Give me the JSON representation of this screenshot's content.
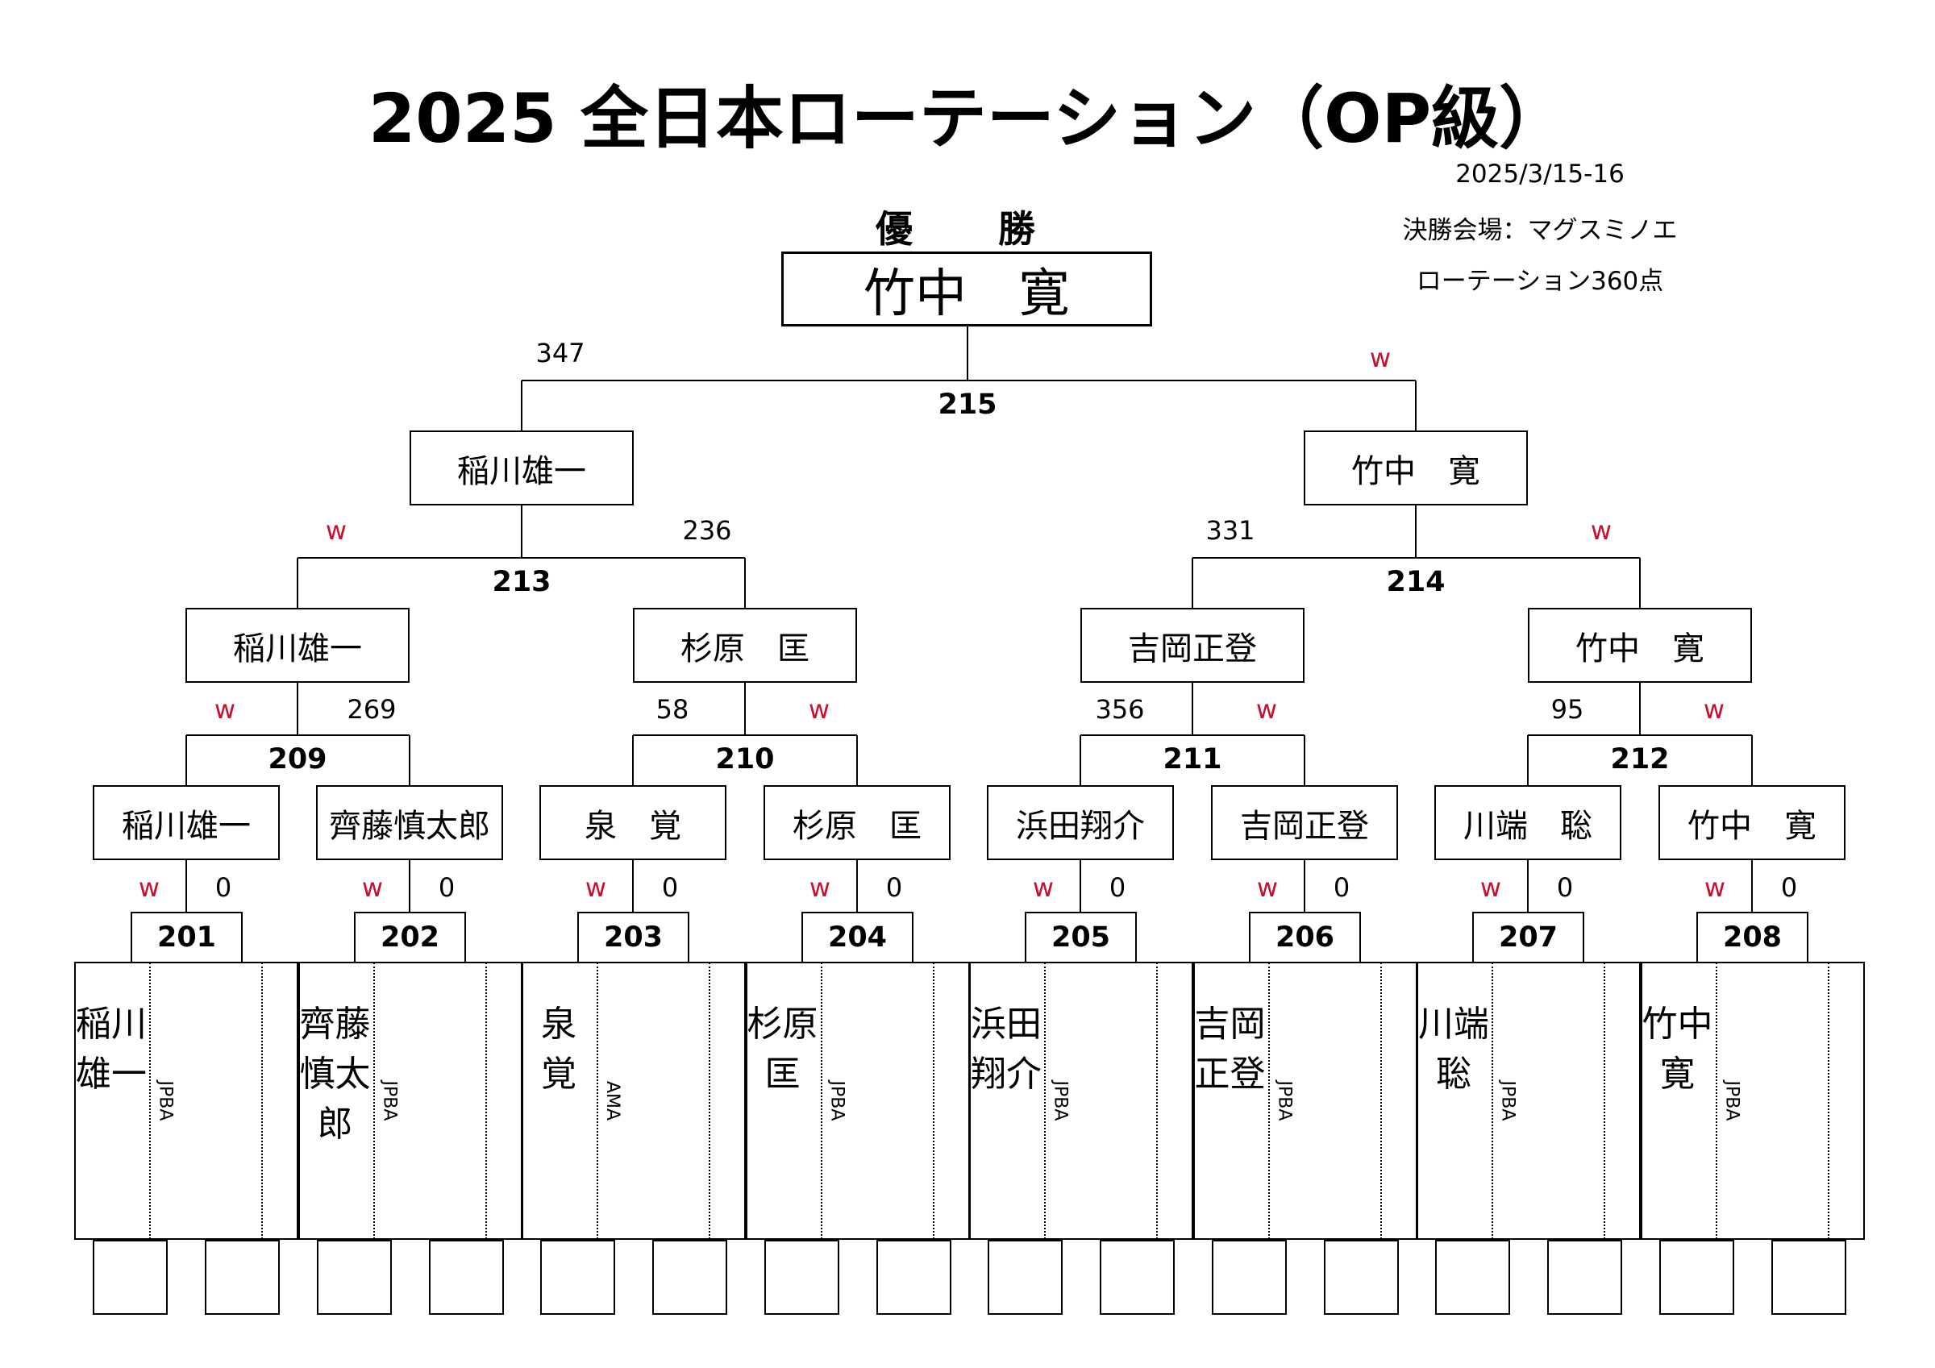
{
  "title": "2025 全日本ローテーション（OP級）",
  "info": {
    "date": "2025/3/15-16",
    "venue": "決勝会場：マグスミノエ",
    "format": "ローテーション360点"
  },
  "champion": {
    "label": "優　勝",
    "name": "竹中　寛"
  },
  "final": {
    "match": "215",
    "left_score": "347",
    "right_score": "w"
  },
  "semifinals": [
    {
      "match": "213",
      "winner": "稲川雄一",
      "left_score": "w",
      "right_score": "236"
    },
    {
      "match": "214",
      "winner": "竹中　寛",
      "left_score": "331",
      "right_score": "w"
    }
  ],
  "quarterfinals": [
    {
      "match": "209",
      "winner": "稲川雄一",
      "left_score": "w",
      "right_score": "269"
    },
    {
      "match": "210",
      "winner": "杉原　匡",
      "left_score": "58",
      "right_score": "w"
    },
    {
      "match": "211",
      "winner": "吉岡正登",
      "left_score": "356",
      "right_score": "w"
    },
    {
      "match": "212",
      "winner": "竹中　寛",
      "left_score": "95",
      "right_score": "w"
    }
  ],
  "round1": [
    {
      "match": "201",
      "winner": "稲川雄一",
      "left_score": "w",
      "right_score": "0"
    },
    {
      "match": "202",
      "winner": "齊藤慎太郎",
      "left_score": "w",
      "right_score": "0"
    },
    {
      "match": "203",
      "winner": "泉　覚",
      "left_score": "w",
      "right_score": "0"
    },
    {
      "match": "204",
      "winner": "杉原　匡",
      "left_score": "w",
      "right_score": "0"
    },
    {
      "match": "205",
      "winner": "浜田翔介",
      "left_score": "w",
      "right_score": "0"
    },
    {
      "match": "206",
      "winner": "吉岡正登",
      "left_score": "w",
      "right_score": "0"
    },
    {
      "match": "207",
      "winner": "川端　聡",
      "left_score": "w",
      "right_score": "0"
    },
    {
      "match": "208",
      "winner": "竹中　寛",
      "left_score": "w",
      "right_score": "0"
    }
  ],
  "entrants": [
    {
      "name": "稲川雄一",
      "org": "JPBA"
    },
    {
      "name": "齊藤慎太郎",
      "org": "JPBA"
    },
    {
      "name": "泉　覚",
      "org": "AMA"
    },
    {
      "name": "杉原　匡",
      "org": "JPBA"
    },
    {
      "name": "浜田翔介",
      "org": "JPBA"
    },
    {
      "name": "吉岡正登",
      "org": "JPBA"
    },
    {
      "name": "川端　聡",
      "org": "JPBA"
    },
    {
      "name": "竹中　寛",
      "org": "JPBA"
    }
  ],
  "colors": {
    "win_mark": "#c8102e",
    "line": "#000000"
  }
}
